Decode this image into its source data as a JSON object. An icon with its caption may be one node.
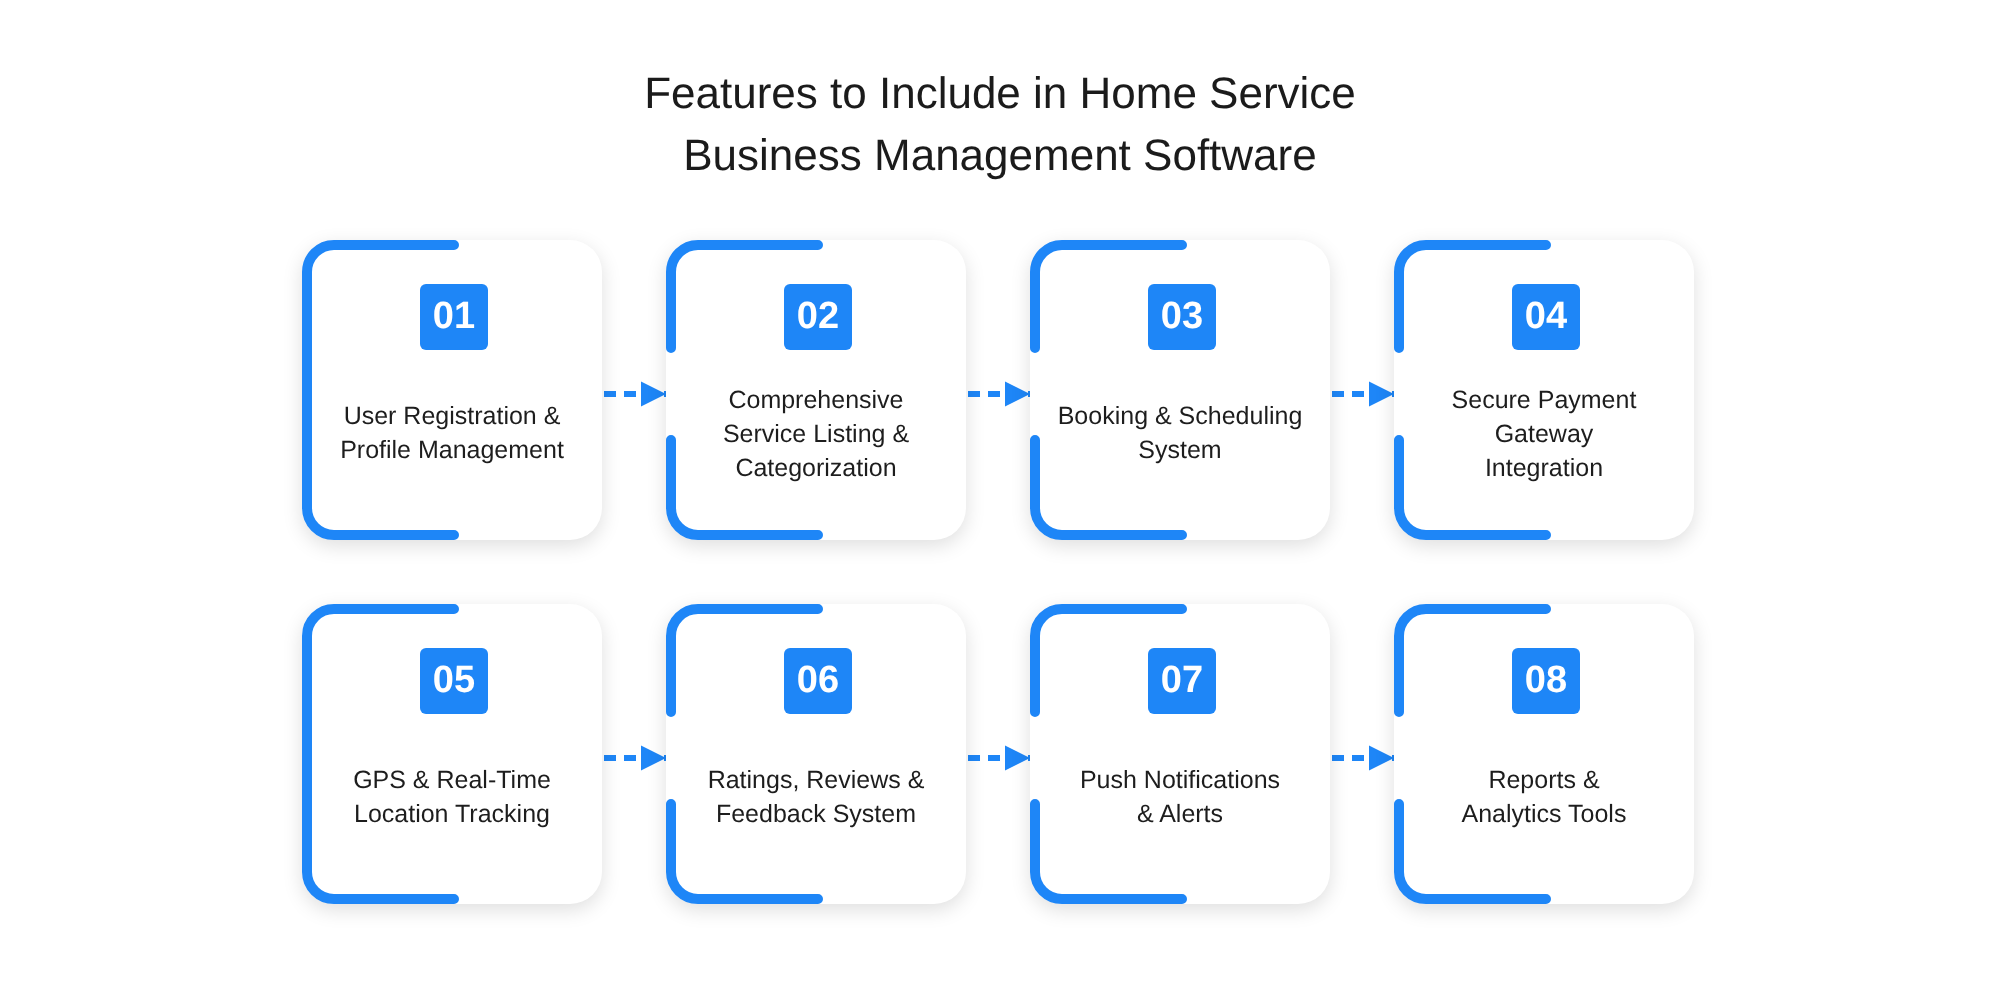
{
  "diagram": {
    "title": "Features to Include in Home Service Business Management Software",
    "nodes": [
      {
        "text": [
          "01",
          "User Registration & Profile Management"
        ]
      },
      {
        "text": [
          "02",
          "Comprehensive Service Listing & Categorization"
        ]
      },
      {
        "text": [
          "03",
          "Booking & Scheduling System"
        ]
      },
      {
        "text": [
          "04",
          "Secure Payment Gateway Integration"
        ]
      },
      {
        "text": [
          "05",
          "GPS & Real-Time Location Tracking"
        ]
      },
      {
        "text": [
          "06",
          "Ratings, Reviews & Feedback System"
        ]
      },
      {
        "text": [
          "07",
          "Push Notifications & Alerts"
        ]
      },
      {
        "text": [
          "08",
          "Reports & Analytics Tools"
        ]
      }
    ],
    "edges": [
      {
        "from": 0,
        "to": 1,
        "arrow": "to",
        "style": "dashed"
      },
      {
        "from": 1,
        "to": 2,
        "arrow": "to",
        "style": "dashed"
      },
      {
        "from": 2,
        "to": 3,
        "arrow": "to",
        "style": "dashed"
      },
      {
        "from": 4,
        "to": 5,
        "arrow": "to",
        "style": "dashed"
      },
      {
        "from": 5,
        "to": 6,
        "arrow": "to",
        "style": "dashed"
      },
      {
        "from": 6,
        "to": 7,
        "arrow": "to",
        "style": "dashed"
      }
    ]
  }
}
